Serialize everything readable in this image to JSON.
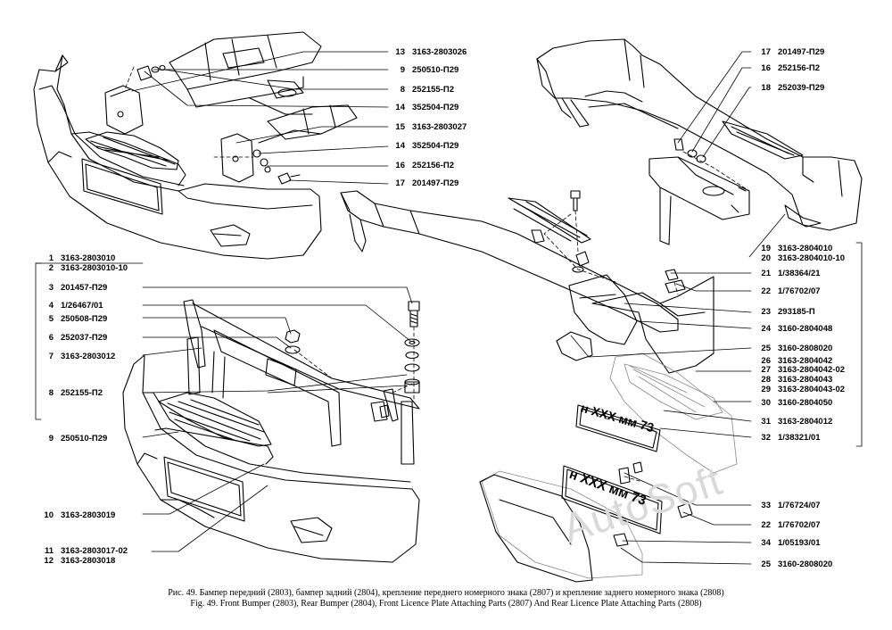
{
  "callouts_right_top": [
    {
      "n": "13",
      "code": "3163-2803026"
    },
    {
      "n": "9",
      "code": "250510-П29"
    },
    {
      "n": "8",
      "code": "252155-П2"
    },
    {
      "n": "14",
      "code": "352504-П29"
    },
    {
      "n": "15",
      "code": "3163-2803027"
    },
    {
      "n": "14",
      "code": "352504-П29"
    },
    {
      "n": "16",
      "code": "252156-П2"
    },
    {
      "n": "17",
      "code": "201497-П29"
    }
  ],
  "callouts_left": [
    {
      "n": "1",
      "code": "3163-2803010"
    },
    {
      "n": "2",
      "code": "3163-2803010-10"
    },
    {
      "n": "3",
      "code": "201457-П29"
    },
    {
      "n": "4",
      "code": "1/26467/01"
    },
    {
      "n": "5",
      "code": "250508-П29"
    },
    {
      "n": "6",
      "code": "252037-П29"
    },
    {
      "n": "7",
      "code": "3163-2803012"
    },
    {
      "n": "8",
      "code": "252155-П2"
    },
    {
      "n": "9",
      "code": "250510-П29"
    },
    {
      "n": "10",
      "code": "3163-2803019"
    },
    {
      "n": "11",
      "code": "3163-2803017-02"
    },
    {
      "n": "12",
      "code": "3163-2803018"
    }
  ],
  "callouts_rear_top": [
    {
      "n": "17",
      "code": "201497-П29"
    },
    {
      "n": "16",
      "code": "252156-П2"
    },
    {
      "n": "18",
      "code": "252039-П29"
    }
  ],
  "callouts_right": [
    {
      "n": "19",
      "code": "3163-2804010"
    },
    {
      "n": "20",
      "code": "3163-2804010-10"
    },
    {
      "n": "21",
      "code": "1/38364/21"
    },
    {
      "n": "22",
      "code": "1/76702/07"
    },
    {
      "n": "23",
      "code": "293185-П"
    },
    {
      "n": "24",
      "code": "3160-2804048"
    },
    {
      "n": "25",
      "code": "3160-2808020"
    },
    {
      "n": "26",
      "code": "3163-2804042"
    },
    {
      "n": "27",
      "code": "3163-2804042-02"
    },
    {
      "n": "28",
      "code": "3163-2804043"
    },
    {
      "n": "29",
      "code": "3163-2804043-02"
    },
    {
      "n": "30",
      "code": "3160-2804050"
    },
    {
      "n": "31",
      "code": "3163-2804012"
    },
    {
      "n": "32",
      "code": "1/38321/01"
    },
    {
      "n": "33",
      "code": "1/76724/07"
    },
    {
      "n": "22",
      "code": "1/76702/07"
    },
    {
      "n": "34",
      "code": "1/05193/01"
    },
    {
      "n": "25",
      "code": "3160-2808020"
    }
  ],
  "plates": {
    "front": "н XXX мм 73",
    "rear": "н XXX мм 73"
  },
  "watermark": "AutoSoft",
  "caption_ru": "Рис. 49. Бампер передний (2803), бампер задний (2804), крепление переднего номерного знака (2807) и крепление заднего номерного знака (2808)",
  "caption_en": "Fig. 49. Front Bumper (2803), Rear Bumper (2804), Front Licence Plate Attaching Parts (2807) And Rear Licence Plate Attaching Parts (2808)"
}
